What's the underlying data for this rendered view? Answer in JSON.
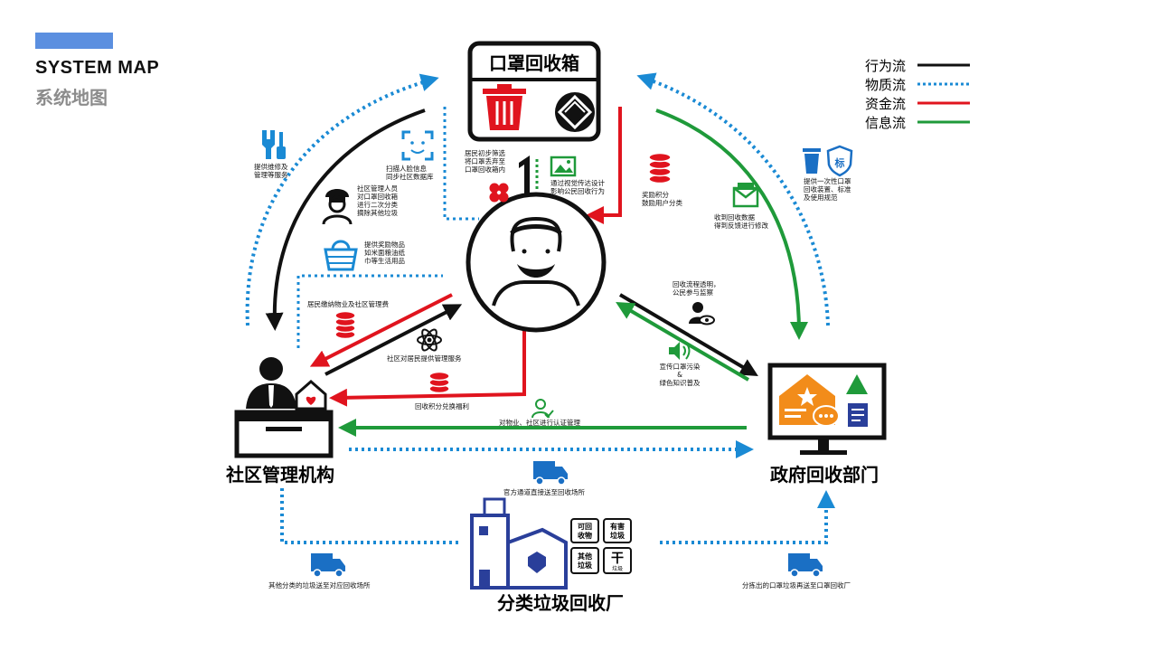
{
  "header": {
    "title": "SYSTEM MAP",
    "subtitle": "系统地图"
  },
  "legend": [
    {
      "label": "行为流",
      "color": "#111111",
      "style": "solid"
    },
    {
      "label": "物质流",
      "color": "#1a8ad4",
      "style": "dotted"
    },
    {
      "label": "资金流",
      "color": "#e0141e",
      "style": "solid"
    },
    {
      "label": "信息流",
      "color": "#1f9a3a",
      "style": "solid"
    }
  ],
  "nodes": {
    "bin": "口罩回收箱",
    "community": "社区管理机构",
    "government": "政府回收部门",
    "plant": "分类垃圾回收厂"
  },
  "plant_bins": {
    "recyclable": "可回\n收物",
    "hazardous": "有害\n垃圾",
    "other": "其他\n垃圾",
    "dry": "干",
    "dry_sub": "垃圾"
  },
  "gov_badge": "标",
  "annotations": {
    "repair": "提供维修及\n管理等服务",
    "face_scan": "扫描人脸信息\n同步社区数据库",
    "staff": "社区管理人员\n对口罩回收箱\n进行二次分类\n摘除其他垃圾",
    "rewards_goods": "提供奖励物品\n如米面粮油纸\n巾等生活用品",
    "resident_sort": "居民初步筛选\n将口罩丢弃至\n口罩回收箱内",
    "visual_design": "通过视觉传达设计\n影响公民回收行为",
    "points_reward": "奖励积分\n鼓励用户分类",
    "feedback": "收到回收数据\n得到反馈进行修改",
    "disposable": "提供一次性口罩\n回收装置、标准\n及使用规范",
    "fees": "居民缴纳物业及社区管理费",
    "services": "社区对居民提供管理服务",
    "points_exchange": "回收积分兑换福利",
    "transparency": "回收流程透明，\n公民参与监察",
    "publicity": "宣传口罩污染\n&\n绿色知识普及",
    "certification": "对物业、社区进行认证管理",
    "official_channel": "官方通道直接送至回收场所",
    "other_waste": "其他分类的垃圾送至对应回收场所",
    "mask_to_plant": "分拣出的口罩垃圾再送至口罩回收厂"
  }
}
